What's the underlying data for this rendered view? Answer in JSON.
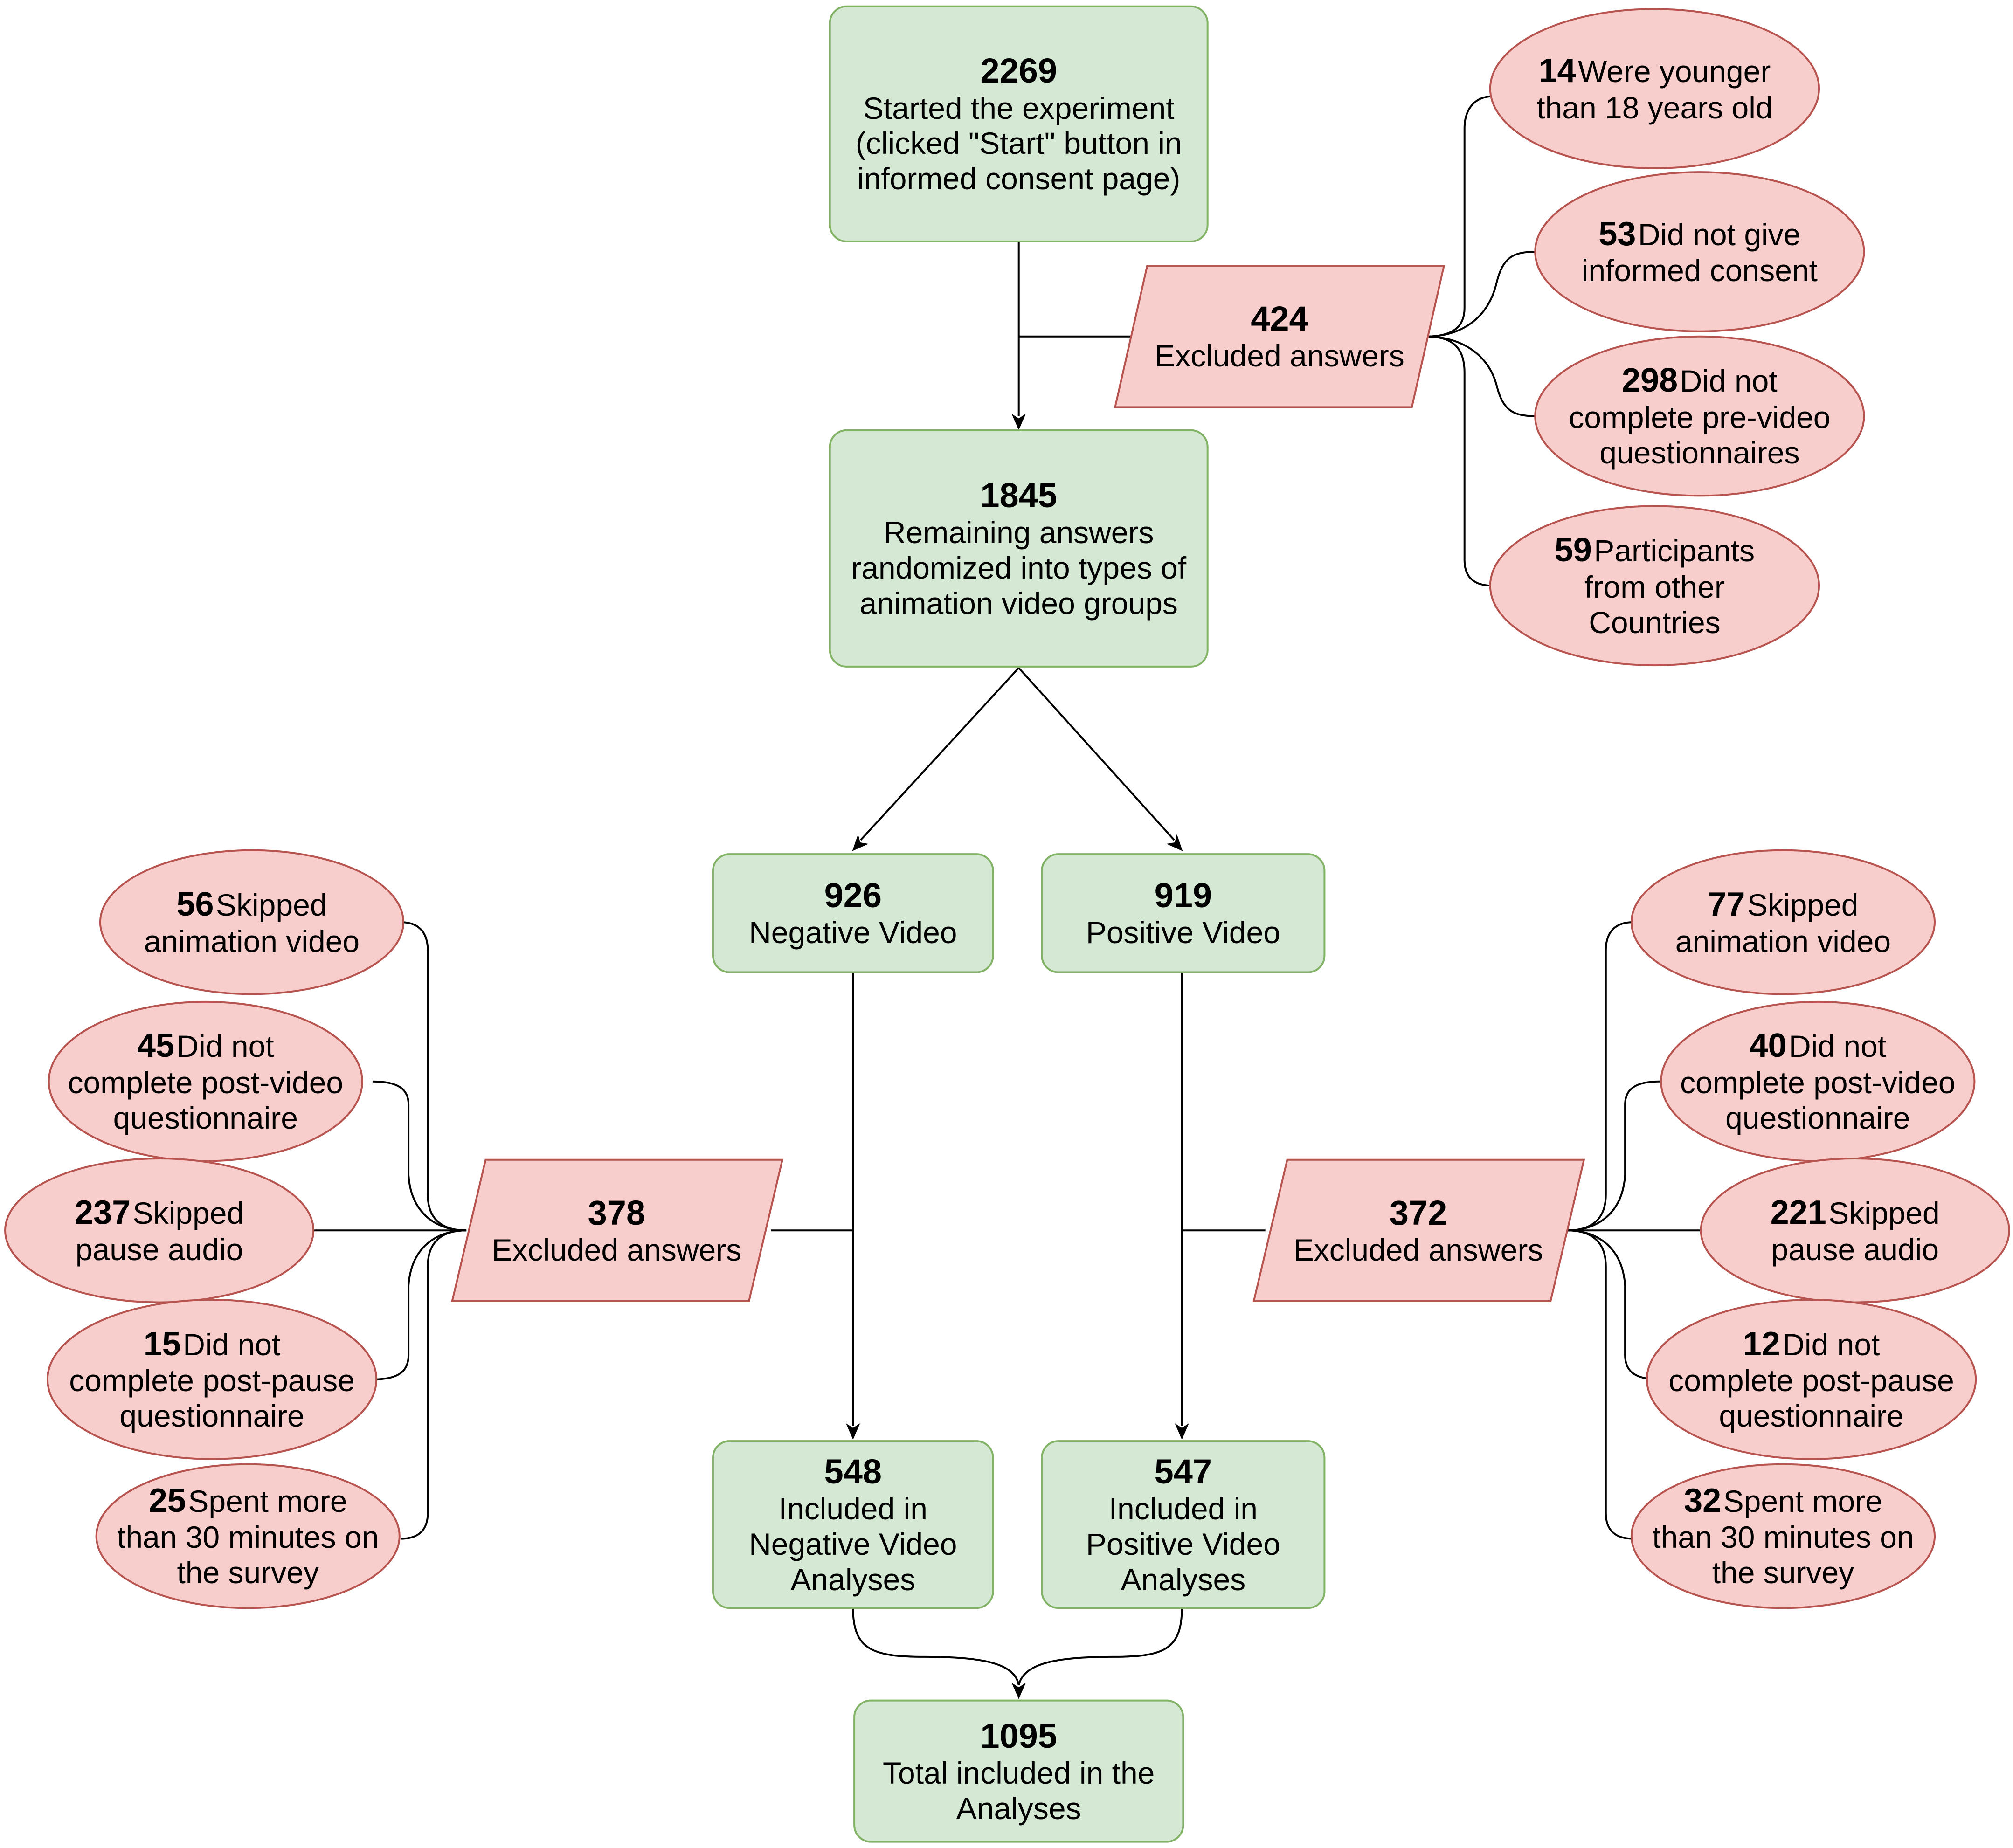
{
  "colors": {
    "green_fill": "#d5e8d4",
    "green_stroke": "#82b366",
    "red_fill": "#f8cecc",
    "red_stroke": "#b85450",
    "line": "#000000"
  },
  "top": {
    "started": {
      "number": "2269",
      "lines": [
        "Started the experiment",
        "(clicked \"Start\" button in",
        "informed consent page)"
      ]
    },
    "remaining": {
      "number": "1845",
      "lines": [
        "Remaining answers",
        "randomized into types of",
        "animation video groups"
      ]
    },
    "excluded": {
      "number": "424",
      "label": "Excluded answers"
    },
    "reasons": [
      {
        "number": "14",
        "lines": [
          "Were younger",
          "than 18 years old"
        ]
      },
      {
        "number": "53",
        "lines": [
          "Did not give",
          "informed consent"
        ]
      },
      {
        "number": "298",
        "lines": [
          "Did not",
          "complete pre-video",
          "questionnaires"
        ]
      },
      {
        "number": "59",
        "lines": [
          "Participants",
          "from other",
          "Countries"
        ]
      }
    ]
  },
  "negative": {
    "group": {
      "number": "926",
      "label": "Negative Video"
    },
    "excluded": {
      "number": "378",
      "label": "Excluded answers"
    },
    "included": {
      "number": "548",
      "lines": [
        "Included in",
        "Negative Video",
        "Analyses"
      ]
    },
    "reasons": [
      {
        "number": "56",
        "lines": [
          "Skipped",
          "animation video"
        ]
      },
      {
        "number": "45",
        "lines": [
          "Did not",
          "complete post-video",
          "questionnaire"
        ]
      },
      {
        "number": "237",
        "lines": [
          "Skipped",
          "pause audio"
        ]
      },
      {
        "number": "15",
        "lines": [
          "Did not",
          "complete post-pause",
          "questionnaire"
        ]
      },
      {
        "number": "25",
        "lines": [
          "Spent more",
          "than 30 minutes on",
          "the survey"
        ]
      }
    ]
  },
  "positive": {
    "group": {
      "number": "919",
      "label": "Positive Video"
    },
    "excluded": {
      "number": "372",
      "label": "Excluded answers"
    },
    "included": {
      "number": "547",
      "lines": [
        "Included in",
        "Positive Video",
        "Analyses"
      ]
    },
    "reasons": [
      {
        "number": "77",
        "lines": [
          "Skipped",
          "animation video"
        ]
      },
      {
        "number": "40",
        "lines": [
          "Did not",
          "complete post-video",
          "questionnaire"
        ]
      },
      {
        "number": "221",
        "lines": [
          "Skipped",
          "pause audio"
        ]
      },
      {
        "number": "12",
        "lines": [
          "Did not",
          "complete post-pause",
          "questionnaire"
        ]
      },
      {
        "number": "32",
        "lines": [
          "Spent more",
          "than 30 minutes on",
          "the survey"
        ]
      }
    ]
  },
  "total": {
    "number": "1095",
    "lines": [
      "Total included in the",
      "Analyses"
    ]
  }
}
